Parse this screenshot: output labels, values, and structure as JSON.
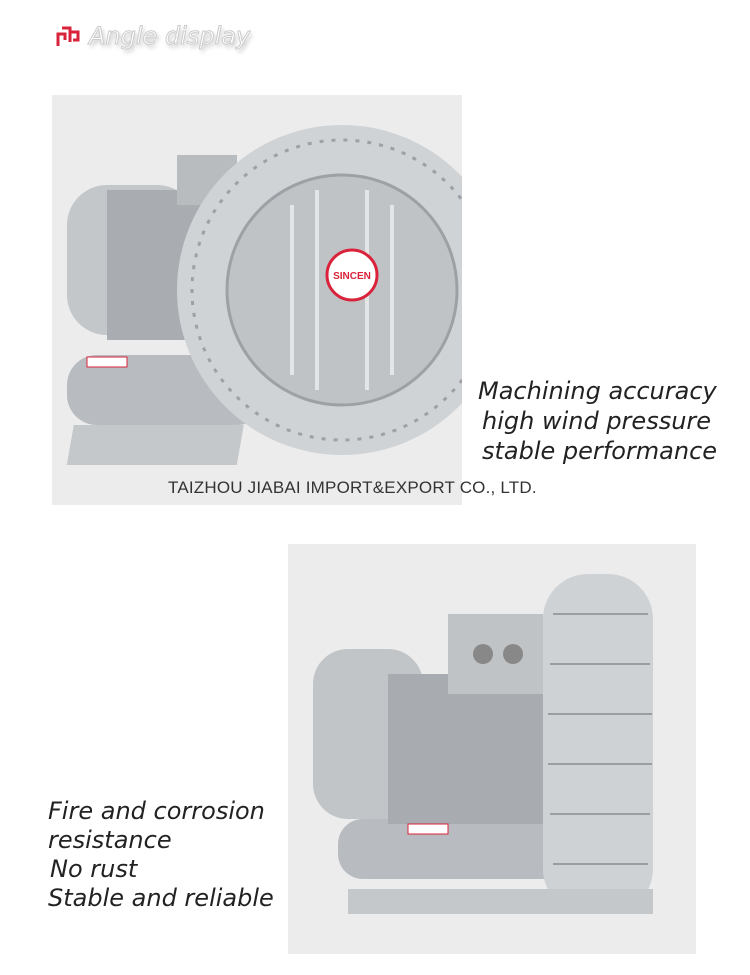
{
  "header": {
    "title": "Angle display",
    "logo_color": "#d9233a"
  },
  "photo1": {
    "badge_brand": "SINCEN"
  },
  "caption1": [
    "Machining accuracy",
    "high wind pressure",
    "stable performance"
  ],
  "company": "TAIZHOU JIABAI IMPORT&EXPORT CO., LTD.",
  "caption2": [
    "Fire and corrosion",
    "resistance",
    "No rust",
    "Stable and reliable"
  ]
}
